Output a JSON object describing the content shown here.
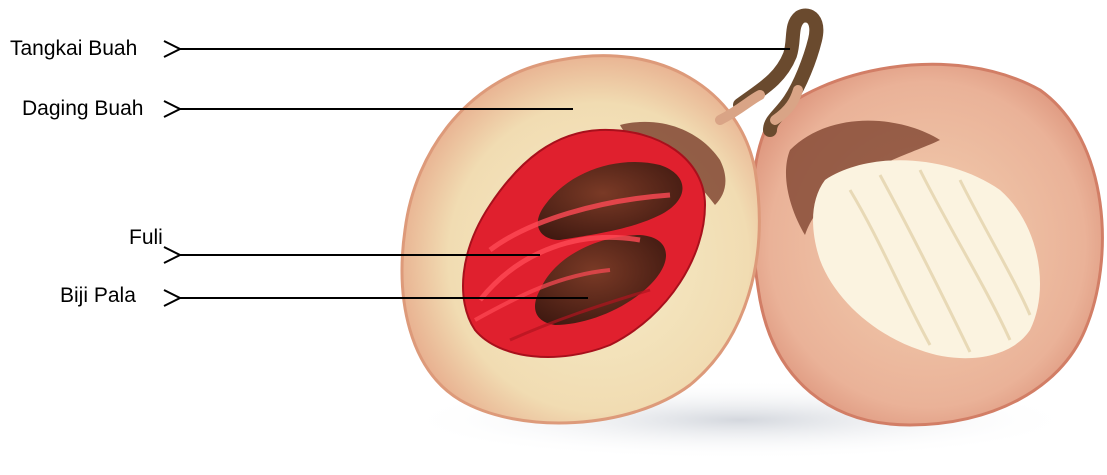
{
  "labels": {
    "stalk": "Tangkai Buah",
    "flesh": "Daging Buah",
    "mace": "Fuli",
    "seed": "Biji Pala"
  },
  "colors": {
    "background": "#ffffff",
    "arrow": "#000000",
    "flesh_outer": "#e9a98a",
    "flesh_inner": "#f3e6c2",
    "mace_red": "#e0202e",
    "seed_brown": "#5a2a1c",
    "stalk_brown": "#6a4a2e",
    "skin_red": "#d97a6a"
  }
}
